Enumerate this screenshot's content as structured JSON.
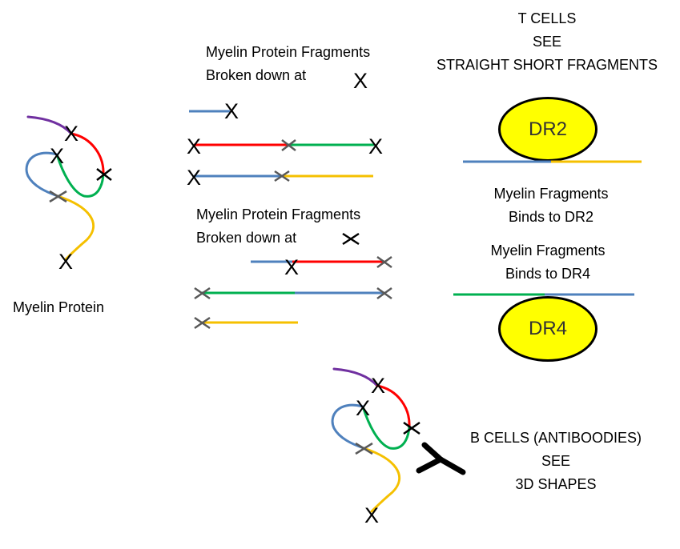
{
  "labels": {
    "myelin_protein": "Myelin Protein",
    "frag1_line1": "Myelin Protein Fragments",
    "frag1_line2": "Broken  down at",
    "frag2_line1": "Myelin Protein Fragments",
    "frag2_line2": "Broken  down at",
    "tcells_line1": "T CELLS",
    "tcells_line2": "SEE",
    "tcells_line3": "STRAIGHT SHORT FRAGMENTS",
    "dr2_bind_line1": "Myelin Fragments",
    "dr2_bind_line2": "Binds to DR2",
    "dr4_bind_line1": "Myelin Fragments",
    "dr4_bind_line2": "Binds to DR4",
    "bcells_line1": "B CELLS (ANTIBOODIES)",
    "bcells_line2": "SEE",
    "bcells_line3": "3D SHAPES",
    "dr2": "DR2",
    "dr4": "DR4",
    "x_mark": "X"
  },
  "colors": {
    "purple": "#7030a0",
    "red": "#ff0000",
    "green": "#00b050",
    "blue": "#4f81bd",
    "yellow": "#f5c000",
    "gray_x": "#595959",
    "black": "#000000",
    "dr_fill": "#ffff00"
  }
}
